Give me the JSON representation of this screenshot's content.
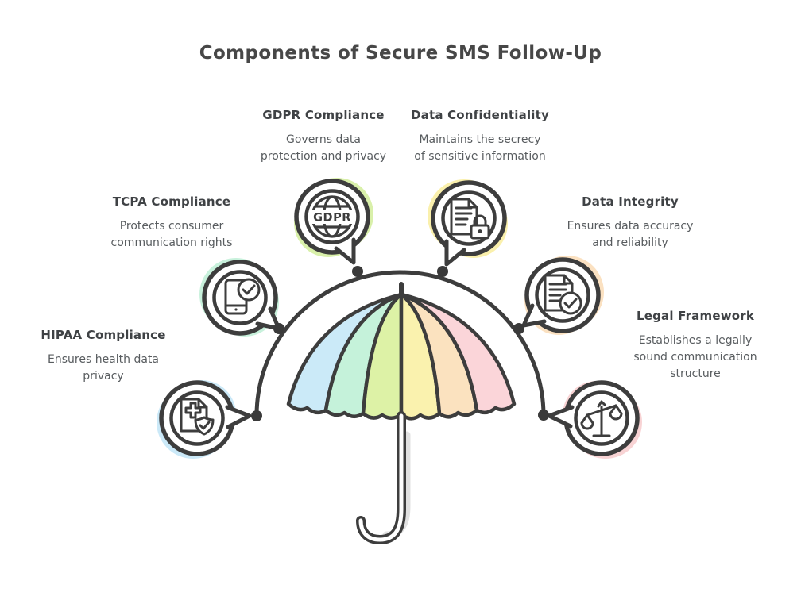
{
  "title": "Components of Secure SMS Follow-Up",
  "items": [
    {
      "id": "gdpr",
      "label": "GDPR Compliance",
      "description": "Governs data\nprotection and privacy",
      "icon": "globe-gdpr-icon",
      "badge": "GDPR",
      "highlight_color": "#d9f0aa"
    },
    {
      "id": "data-confidentiality",
      "label": "Data Confidentiality",
      "description": "Maintains the secrecy\nof sensitive information",
      "icon": "document-lock-icon",
      "highlight_color": "#faf0ac"
    },
    {
      "id": "tcpa",
      "label": "TCPA Compliance",
      "description": "Protects consumer\ncommunication rights",
      "icon": "phone-check-icon",
      "highlight_color": "#c8f1dc"
    },
    {
      "id": "data-integrity",
      "label": "Data Integrity",
      "description": "Ensures data accuracy\nand reliability",
      "icon": "document-check-icon",
      "highlight_color": "#fbe1c1"
    },
    {
      "id": "hipaa",
      "label": "HIPAA Compliance",
      "description": "Ensures health data\nprivacy",
      "icon": "medical-document-shield-icon",
      "highlight_color": "#cbe9f8"
    },
    {
      "id": "legal-framework",
      "label": "Legal Framework",
      "description": "Establishes a legally\nsound communication\nstructure",
      "icon": "scales-of-justice-icon",
      "highlight_color": "#f8d3d4"
    }
  ],
  "umbrella": {
    "panel_colors": [
      "#cbeaf8",
      "#c5f2da",
      "#ddf2a6",
      "#faf2ae",
      "#fbe2bf",
      "#fbd5d9"
    ],
    "stroke_color": "#3d3d3d"
  }
}
